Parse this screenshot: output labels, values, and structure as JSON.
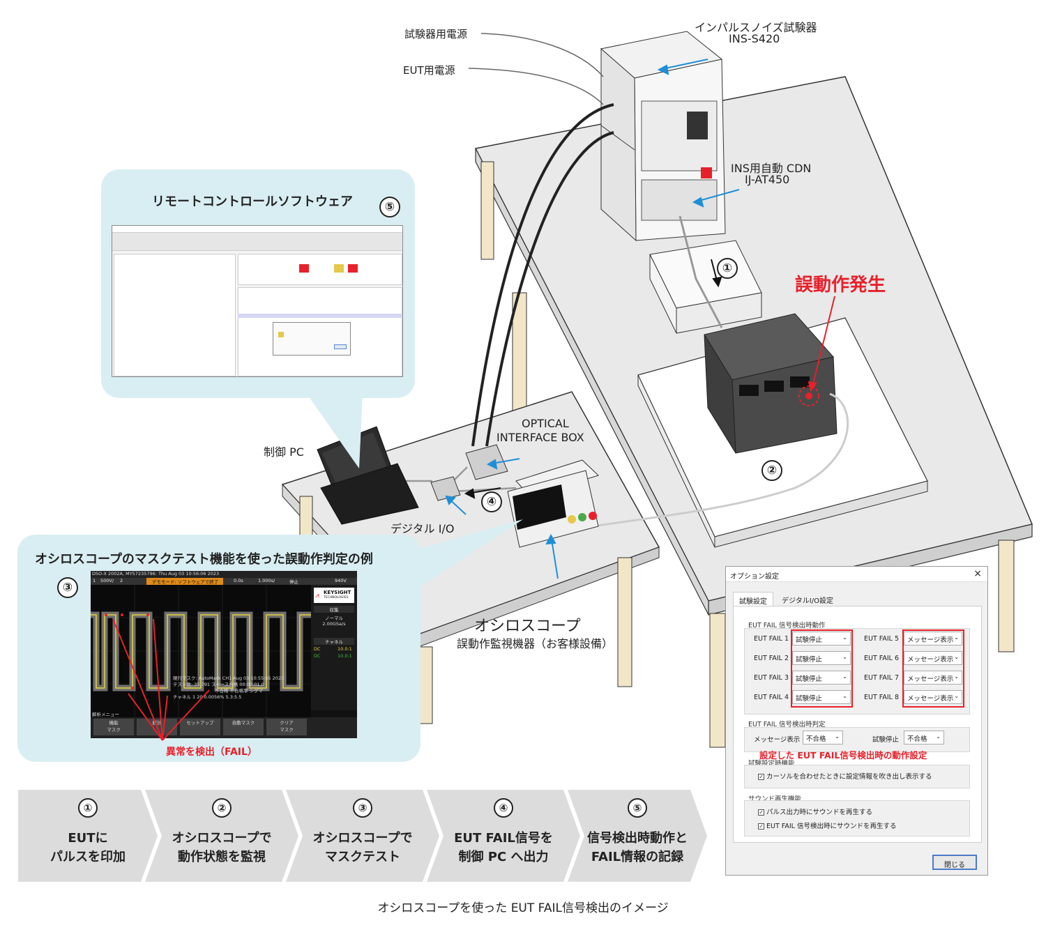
{
  "labels": {
    "power_tester": "試験器用電源",
    "power_eut": "EUT用電源",
    "ins_name": "インパルスノイズ試験器",
    "ins_model": "INS-S420",
    "cdn_name": "INS用自動 CDN",
    "cdn_model": "IJ-AT450",
    "malfunction": "誤動作発生",
    "optical_1": "OPTICAL",
    "optical_2": "INTERFACE BOX",
    "control_pc": "制御 PC",
    "digital_io": "デジタル I/O",
    "scope_name": "オシロスコープ",
    "scope_sub": "誤動作監視機器（お客様設備）"
  },
  "markers": {
    "m1": "①",
    "m2": "②",
    "m3": "③",
    "m4": "④",
    "m5": "⑤"
  },
  "panel_remote": {
    "title": "リモートコントロールソフトウェア"
  },
  "panel_scope": {
    "title": "オシロスコープのマスクテスト機能を使った誤動作判定の例",
    "fail_label": "異常を検出（FAIL）",
    "screen": {
      "header": "DSO-X 2002A, MY57235796: Thu Aug 03 10:56:06 2023",
      "ch": "1",
      "volt": "500V/",
      "ch2": "2",
      "status": "デモモード: ソフトウェアで終了",
      "time": "0.0s",
      "tdiv": "1.000s/",
      "state": "停止",
      "count": "940V",
      "brand": "KEYSIGHT",
      "brand_sub": "TECHNOLOGIES",
      "acq_head": "収集",
      "acq_mode": "ノーマル",
      "acq_rate": "2.00GSa/s",
      "chan_head": "チャネル",
      "dc1": "DC",
      "dc1v": "10.0:1",
      "dc2": "DC",
      "dc2v": "10.0:1",
      "mask_line1": "現行マスク: AutoMask CH1 Aug 03 10:55:05 2023",
      "mask_line2": "テスト数: 35,791  スペース合格 00:00:01.0",
      "mask_line3": "不合格  不合格率  シグマ",
      "mask_line4": "チャネル 1  20  0.0056%  5.3:5.5",
      "menu_head": "解析メニュー",
      "soft_keys": [
        "機能\nマスク",
        "統計",
        "セットアップ",
        "自動マスク",
        "クリア\nマスク"
      ]
    }
  },
  "dialog": {
    "title": "オプション設定",
    "close": "×",
    "tab_active": "試験設定",
    "tab_other": "デジタルI/O設定",
    "group1": "EUT FAIL 信号検出時動作",
    "fail_rows": [
      {
        "label": "EUT FAIL 1",
        "value": "試験停止"
      },
      {
        "label": "EUT FAIL 2",
        "value": "試験停止"
      },
      {
        "label": "EUT FAIL 3",
        "value": "試験停止"
      },
      {
        "label": "EUT FAIL 4",
        "value": "試験停止"
      },
      {
        "label": "EUT FAIL 5",
        "value": "メッセージ表示"
      },
      {
        "label": "EUT FAIL 6",
        "value": "メッセージ表示"
      },
      {
        "label": "EUT FAIL 7",
        "value": "メッセージ表示"
      },
      {
        "label": "EUT FAIL 8",
        "value": "メッセージ表示"
      }
    ],
    "group2": "EUT FAIL 信号検出時判定",
    "judge_msg_label": "メッセージ表示",
    "judge_msg_value": "不合格",
    "judge_stop_label": "試験停止",
    "judge_stop_value": "不合格",
    "annotation": "設定した EUT FAIL信号検出時の動作設定",
    "group3": "試験設定時機能",
    "check_tooltip": "カーソルを合わせたときに設定情報を吹き出し表示する",
    "group4": "サウンド再生機能",
    "check_sound1": "パルス出力時にサウンドを再生する",
    "check_sound2": "EUT FAIL 信号検出時にサウンドを再生する",
    "close_button": "閉じる",
    "check_mark": "☑"
  },
  "steps": [
    {
      "num": "①",
      "line1": "EUTに",
      "line2": "パルスを印加"
    },
    {
      "num": "②",
      "line1": "オシロスコープで",
      "line2": "動作状態を監視"
    },
    {
      "num": "③",
      "line1": "オシロスコープで",
      "line2": "マスクテスト"
    },
    {
      "num": "④",
      "line1": "EUT FAIL信号を",
      "line2": "制御 PC へ出力"
    },
    {
      "num": "⑤",
      "line1": "信号検出時動作と",
      "line2": "FAIL情報の記録"
    }
  ],
  "caption": "オシロスコープを使った EUT FAIL信号検出のイメージ",
  "colors": {
    "accent_red": "#e8202a",
    "arrow_blue": "#1e8fd6",
    "panel_bg": "#d9eef3",
    "step_bg": "#dcdcdc",
    "table_top": "#e8e8e8",
    "table_leg": "#f2e6c8"
  }
}
